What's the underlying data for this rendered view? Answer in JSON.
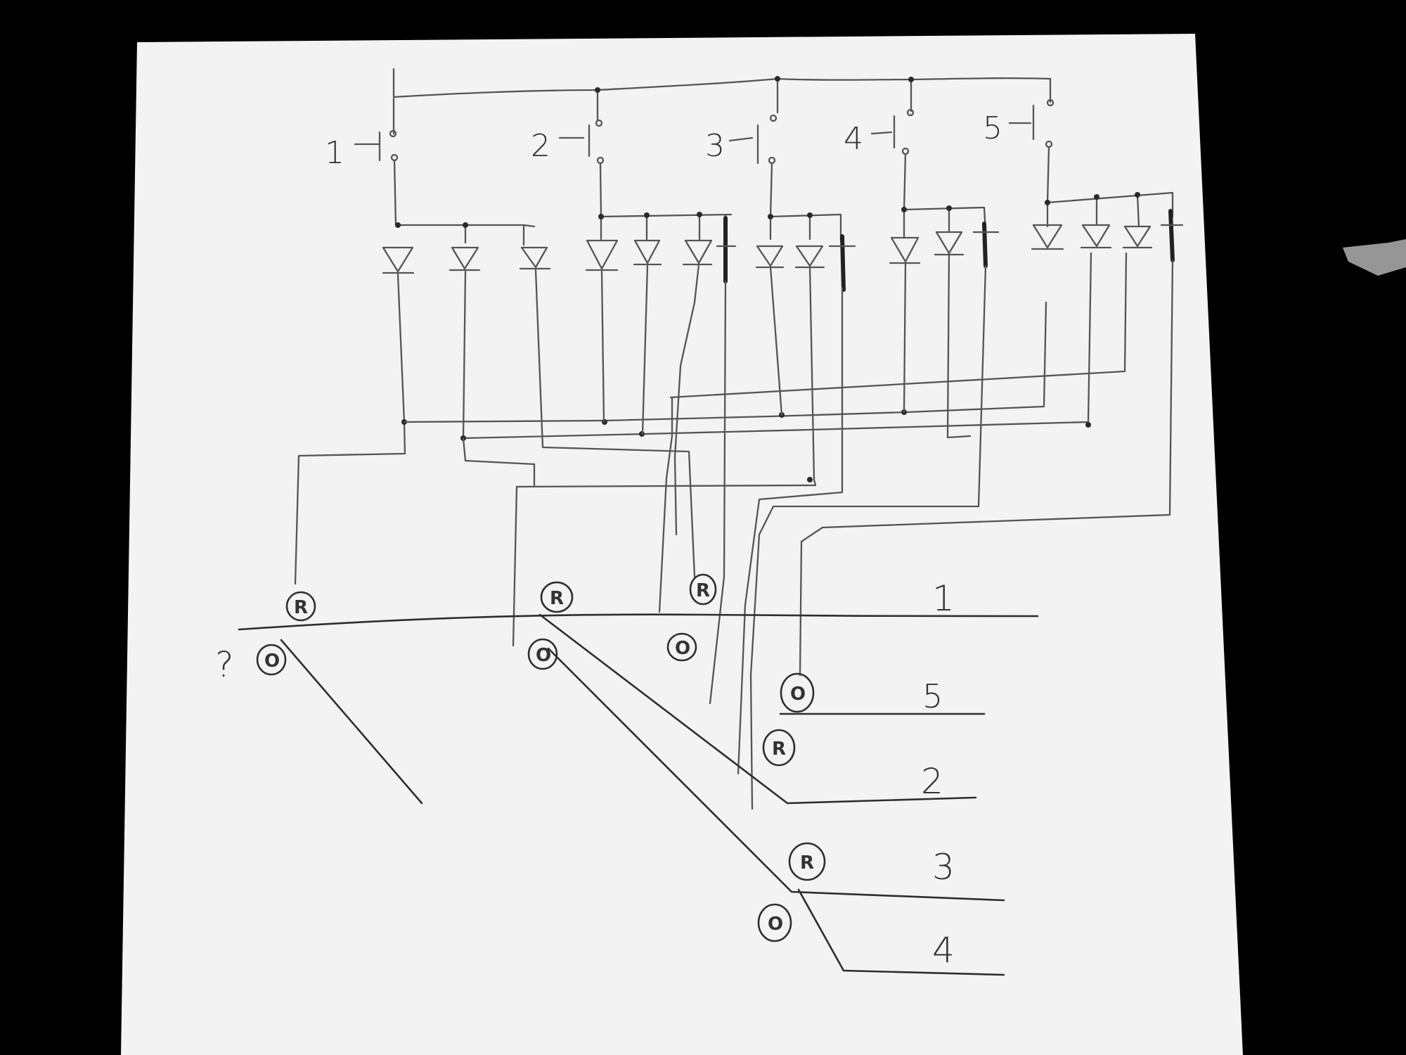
{
  "switches": [
    {
      "label": "1"
    },
    {
      "label": "2"
    },
    {
      "label": "3"
    },
    {
      "label": "4"
    },
    {
      "label": "5"
    }
  ],
  "terminal_letters": {
    "r": "R",
    "o": "O"
  },
  "tracks": [
    {
      "label": "1"
    },
    {
      "label": "5"
    },
    {
      "label": "2"
    },
    {
      "label": "3"
    },
    {
      "label": "4"
    }
  ],
  "question_mark": "?"
}
